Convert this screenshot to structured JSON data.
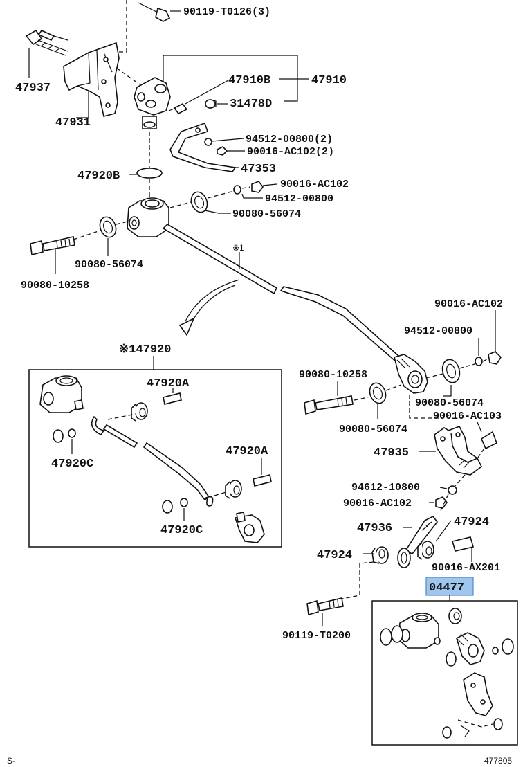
{
  "diagram": {
    "part_labels": {
      "p90119_t0126": "90119-T0126(3)",
      "p47937": "47937",
      "p47931": "47931",
      "p47910b": "47910B",
      "p47910": "47910",
      "p31478d": "31478D",
      "p94512_00800_2": "94512-00800(2)",
      "p90016_ac102_2": "90016-AC102(2)",
      "p47353": "47353",
      "p47920b": "47920B",
      "p90016_ac102_a": "90016-AC102",
      "p94512_00800_a": "94512-00800",
      "p90080_56074_a": "90080-56074",
      "p90080_56074_b": "90080-56074",
      "p90080_10258_a": "90080-10258",
      "note_mark_1": "※1",
      "p47920": "※147920",
      "p47920a_1": "47920A",
      "p47920c_1": "47920C",
      "p47920a_2": "47920A",
      "p47920c_2": "47920C",
      "p90016_ac102_b": "90016-AC102",
      "p94512_00800_b": "94512-00800",
      "p90080_10258_b": "90080-10258",
      "p90080_56074_c": "90080-56074",
      "p90080_56074_d": "90080-56074",
      "p90016_ac103": "90016-AC103",
      "p47935": "47935",
      "p94612_10800": "94612-10800",
      "p90016_ac102_c": "90016-AC102",
      "p47936": "47936",
      "p47924_a": "47924",
      "p47924_b": "47924",
      "p90016_ax201": "90016-AX201",
      "p04477": "04477",
      "p90119_t0200": "90119-T0200"
    },
    "highlight_color": "#9fc6ee",
    "footer": {
      "left": "S-",
      "right": "477805"
    }
  }
}
